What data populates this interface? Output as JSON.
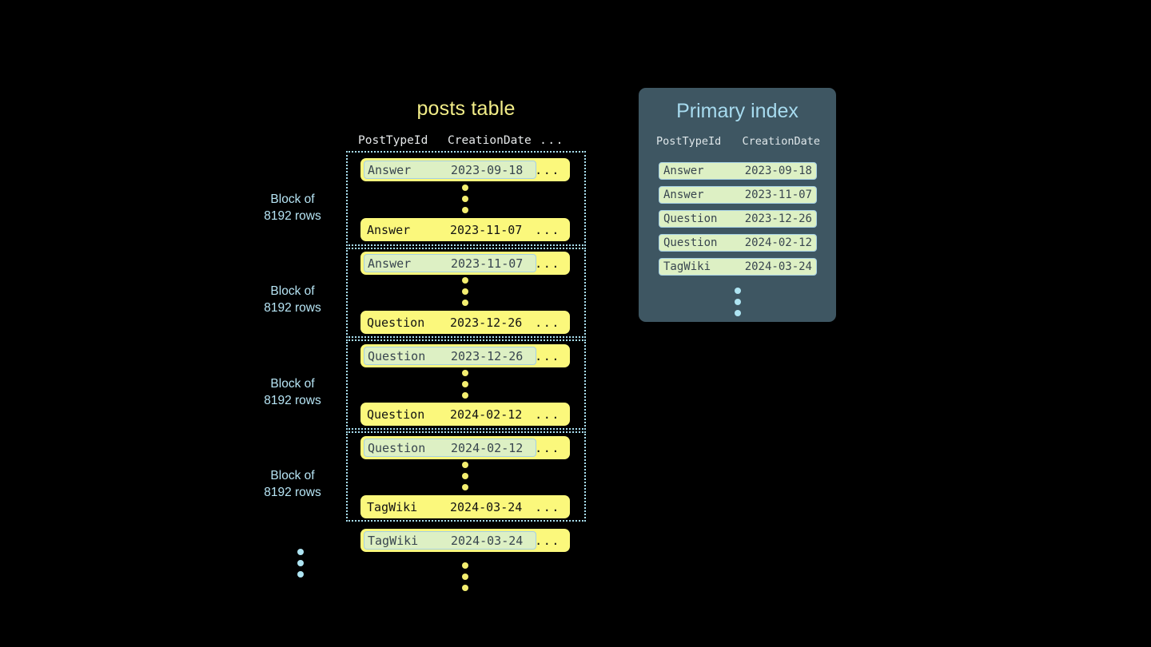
{
  "diagram": {
    "background_color": "#000000",
    "accent_yellow": "#fbf87c",
    "accent_blue": "#aee4f2",
    "chip_green": "#ddf0c4",
    "panel_slate": "#3e5662"
  },
  "posts_table": {
    "title": "posts table",
    "columns": {
      "post_type_id": "PostTypeId",
      "creation_date": "CreationDate",
      "more": "..."
    },
    "blocks": [
      {
        "label_line1": "Block of",
        "label_line2": "8192 rows",
        "first_row": {
          "post_type_id": "Answer",
          "creation_date": "2023-09-18",
          "more": "...",
          "highlighted": true
        },
        "last_row": {
          "post_type_id": "Answer",
          "creation_date": "2023-11-07",
          "more": "...",
          "highlighted": false
        }
      },
      {
        "label_line1": "Block of",
        "label_line2": "8192 rows",
        "first_row": {
          "post_type_id": "Answer",
          "creation_date": "2023-11-07",
          "more": "...",
          "highlighted": true
        },
        "last_row": {
          "post_type_id": "Question",
          "creation_date": "2023-12-26",
          "more": "...",
          "highlighted": false
        }
      },
      {
        "label_line1": "Block of",
        "label_line2": "8192 rows",
        "first_row": {
          "post_type_id": "Question",
          "creation_date": "2023-12-26",
          "more": "...",
          "highlighted": true
        },
        "last_row": {
          "post_type_id": "Question",
          "creation_date": "2024-02-12",
          "more": "...",
          "highlighted": false
        }
      },
      {
        "label_line1": "Block of",
        "label_line2": "8192 rows",
        "first_row": {
          "post_type_id": "Question",
          "creation_date": "2024-02-12",
          "more": "...",
          "highlighted": true
        },
        "last_row": {
          "post_type_id": "TagWiki",
          "creation_date": "2024-03-24",
          "more": "...",
          "highlighted": false
        }
      }
    ],
    "trailing_row": {
      "post_type_id": "TagWiki",
      "creation_date": "2024-03-24",
      "more": "...",
      "highlighted": true
    }
  },
  "primary_index": {
    "title": "Primary index",
    "columns": {
      "post_type_id": "PostTypeId",
      "creation_date": "CreationDate"
    },
    "rows": [
      {
        "post_type_id": "Answer",
        "creation_date": "2023-09-18"
      },
      {
        "post_type_id": "Answer",
        "creation_date": "2023-11-07"
      },
      {
        "post_type_id": "Question",
        "creation_date": "2023-12-26"
      },
      {
        "post_type_id": "Question",
        "creation_date": "2024-02-12"
      },
      {
        "post_type_id": "TagWiki",
        "creation_date": "2024-03-24"
      }
    ]
  }
}
